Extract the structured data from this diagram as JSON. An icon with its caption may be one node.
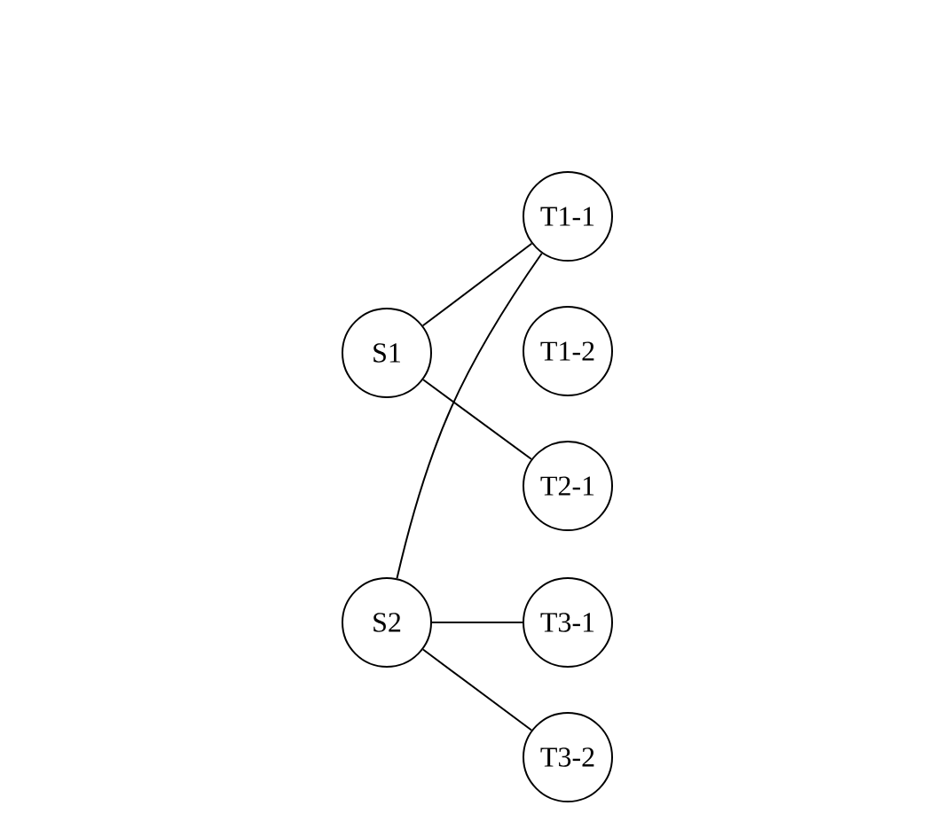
{
  "diagram": {
    "nodes": [
      {
        "text": [
          "S1"
        ]
      },
      {
        "text": [
          "S2"
        ]
      },
      {
        "text": [
          "T1-1"
        ]
      },
      {
        "text": [
          "T1-2"
        ]
      },
      {
        "text": [
          "T2-1"
        ]
      },
      {
        "text": [
          "T3-1"
        ]
      },
      {
        "text": [
          "T3-2"
        ]
      }
    ],
    "edges": [
      {
        "from": 0,
        "to": 2,
        "arrow": "none"
      },
      {
        "from": 0,
        "to": 4,
        "arrow": "none"
      },
      {
        "from": 1,
        "to": 2,
        "arrow": "none"
      },
      {
        "from": 1,
        "to": 5,
        "arrow": "none"
      },
      {
        "from": 1,
        "to": 6,
        "arrow": "none"
      }
    ]
  }
}
